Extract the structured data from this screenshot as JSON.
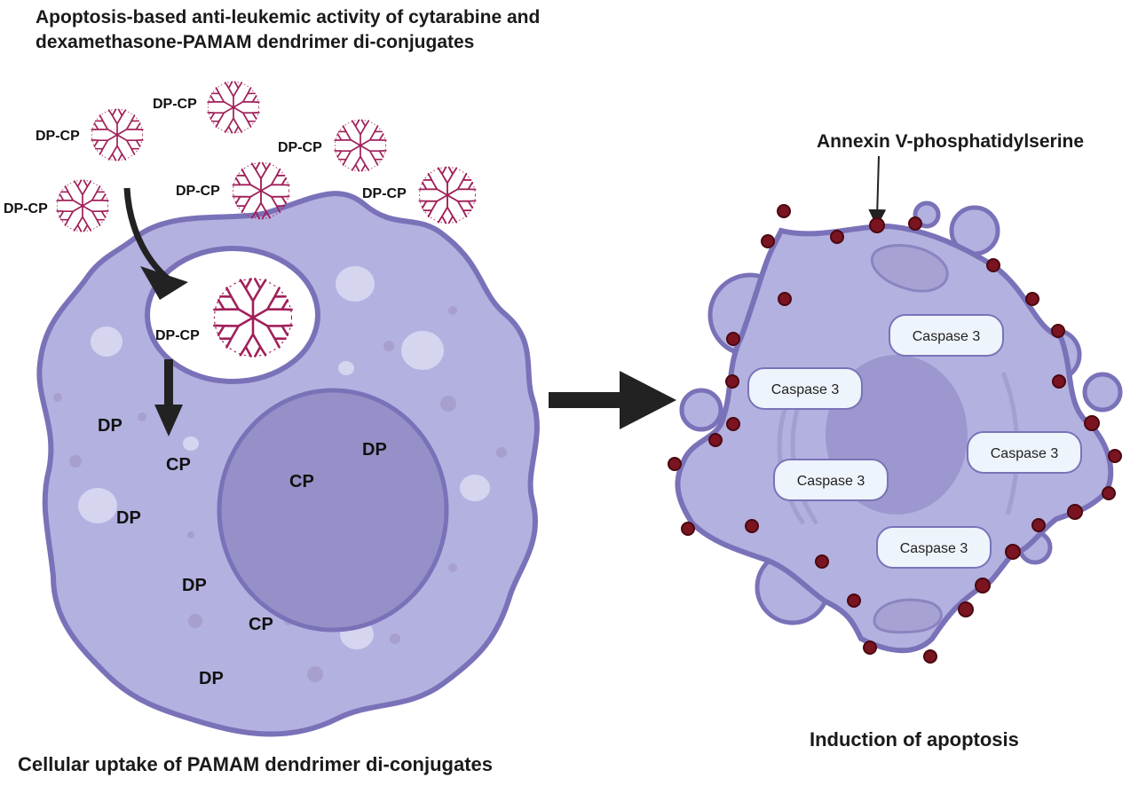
{
  "title": {
    "line1": "Apoptosis-based anti-leukemic activity of cytarabine and",
    "line2": "dexamethasone-PAMAM dendrimer di-conjugates"
  },
  "left_caption": "Cellular uptake of PAMAM dendrimer di-conjugates",
  "right_caption": "Induction of apoptosis",
  "annexin_label": "Annexin V-phosphatidylserine",
  "conjugate_label": "DP-CP",
  "vesicle_label": "DP-CP",
  "drug_labels": {
    "dp": "DP",
    "cp": "CP"
  },
  "caspase_label": "Caspase 3",
  "colors": {
    "cell_fill": "#b3b1e0",
    "cell_stroke": "#7a72b8",
    "nucleus_fill": "#9590c8",
    "dendrimer": "#a0205a",
    "annexin": "#7a1420",
    "caspase_box": "#eef4fb",
    "arrow": "#222222"
  }
}
